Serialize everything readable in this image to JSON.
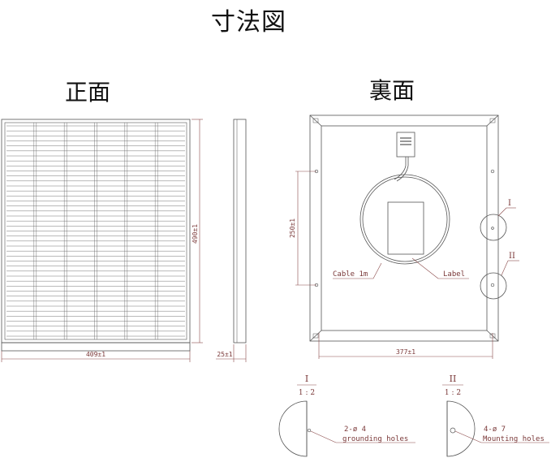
{
  "titles": {
    "main": "寸法図",
    "front": "正面",
    "back": "裏面"
  },
  "dimensions": {
    "front_width": "409±1",
    "front_height": "490±1",
    "thickness": "25±1",
    "back_width": "377±1",
    "hole_spacing": "250±1"
  },
  "labels": {
    "cable": "Cable 1m",
    "label": "Label",
    "detail1_mark": "I",
    "detail2_mark": "II"
  },
  "details": [
    {
      "numeral": "I",
      "scale": "1 : 2",
      "spec": "2-ø 4",
      "desc": "grounding holes"
    },
    {
      "numeral": "II",
      "scale": "1 : 2",
      "spec": "4-ø 7",
      "desc": "Mounting holes"
    }
  ],
  "colors": {
    "line": "#555555",
    "dim": "#7a3838"
  }
}
